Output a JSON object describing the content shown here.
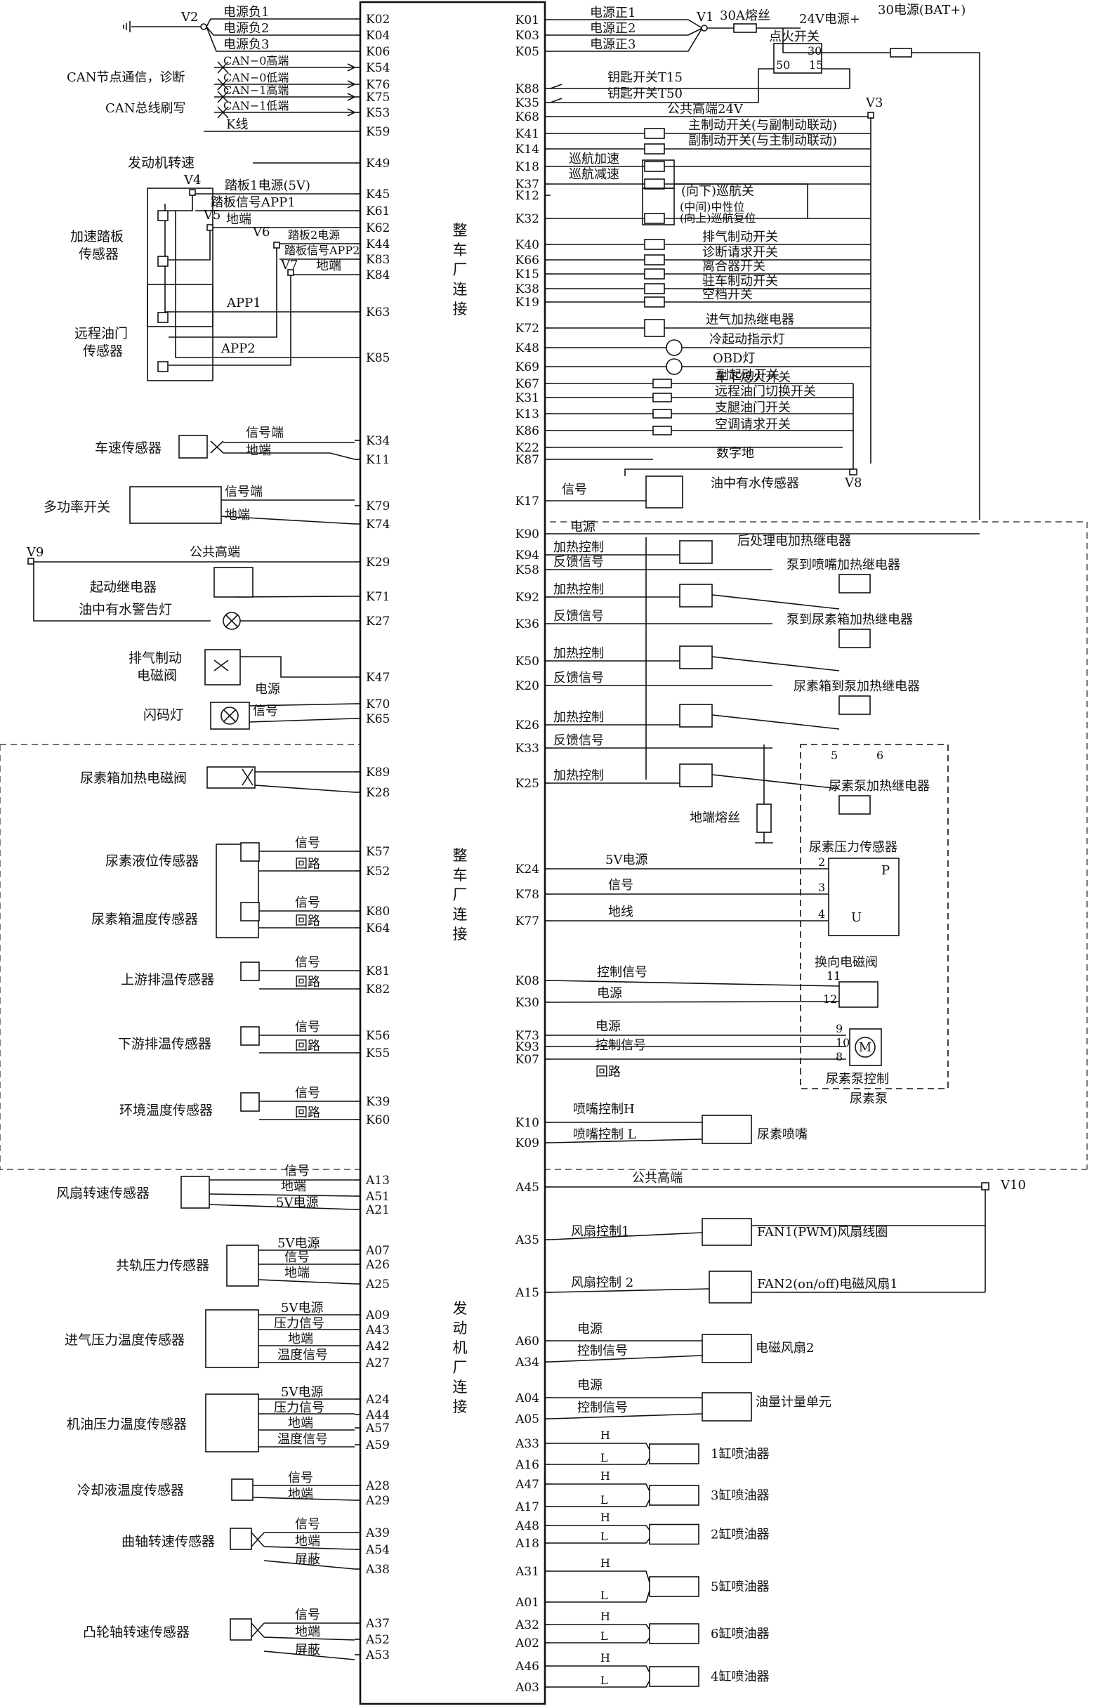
{
  "ecu": {
    "vertical_labels": {
      "vehicle_top": [
        "整",
        "车",
        "厂",
        "连",
        "接"
      ],
      "vehicle_mid": [
        "整",
        "车",
        "厂",
        "连",
        "接"
      ],
      "engine": [
        "发",
        "动",
        "机",
        "厂",
        "连",
        "接"
      ]
    },
    "left_pins": [
      "K02",
      "K04",
      "K06",
      "K54",
      "K76",
      "K75",
      "K53",
      "K59",
      "K49",
      "K45",
      "K61",
      "K62",
      "K44",
      "K83",
      "K84",
      "K63",
      "K85",
      "K34",
      "K11",
      "K79",
      "K74",
      "K29",
      "K71",
      "K27",
      "K47",
      "K70",
      "K65",
      "K89",
      "K28",
      "K57",
      "K52",
      "K80",
      "K64",
      "K81",
      "K82",
      "K56",
      "K55",
      "K39",
      "K60",
      "A13",
      "A51",
      "A21",
      "A07",
      "A26",
      "A25",
      "A09",
      "A43",
      "A42",
      "A27",
      "A24",
      "A44",
      "A57",
      "A59",
      "A28",
      "A29",
      "A39",
      "A54",
      "A38",
      "A37",
      "A52",
      "A53"
    ],
    "right_pins": [
      "K01",
      "K03",
      "K05",
      "K88",
      "K35",
      "K68",
      "K41",
      "K14",
      "K18",
      "K37",
      "K12",
      "K32",
      "K40",
      "K66",
      "K15",
      "K38",
      "K19",
      "K72",
      "K48",
      "K69",
      "K67",
      "K31",
      "K13",
      "K86",
      "K22",
      "K87",
      "K17",
      "K90",
      "K94",
      "K58",
      "K92",
      "K36",
      "K50",
      "K20",
      "K26",
      "K33",
      "K25",
      "K24",
      "K78",
      "K77",
      "K08",
      "K30",
      "K73",
      "K93",
      "K07",
      "K10",
      "K09",
      "A45",
      "A35",
      "A15",
      "A60",
      "A34",
      "A04",
      "A05",
      "A33",
      "A16",
      "A47",
      "A17",
      "A48",
      "A18",
      "A31",
      "A01",
      "A32",
      "A02",
      "A46",
      "A03"
    ]
  },
  "left": {
    "v2": "V2",
    "power_neg": [
      "电源负1",
      "电源负2",
      "电源负3"
    ],
    "can": [
      "CAN−0高端",
      "CAN−0低端",
      "CAN−1高端",
      "CAN−1低端"
    ],
    "can_label1": "CAN节点通信，诊断",
    "can_label2": "CAN总线刷写",
    "k_line": "K线",
    "engine_speed": "发动机转速",
    "pedal_labels": {
      "v4": "V4",
      "v5": "V5",
      "v6": "V6",
      "v7": "V7",
      "pedal_power1": "踏板1电源(5V)",
      "pedal_sig1": "踏板信号APP1",
      "ground1": "地端",
      "pedal_power2": "踏板2电源",
      "pedal_sig2": "踏板信号APP2",
      "ground2": "地端",
      "app1": "APP1",
      "app2": "APP2",
      "accel_sensor": [
        "加速踏板",
        "传感器"
      ],
      "remote_sensor": [
        "远程油门",
        "传感器"
      ]
    },
    "speed_sensor": {
      "name": "车速传感器",
      "signal": "信号端",
      "ground": "地端"
    },
    "multi_power": {
      "name": "多功率开关",
      "signal": "信号端",
      "ground": "地端"
    },
    "v9": "V9",
    "common_high": "公共高端",
    "start_relay": "起动继电器",
    "water_lamp": "油中有水警告灯",
    "exhaust_valve": [
      "排气制动",
      "电磁阀"
    ],
    "power": "电源",
    "flash_lamp": "闪码灯",
    "signal": "信号",
    "urea_heat_valve": "尿素箱加热电磁阀",
    "urea_level": {
      "name": "尿素液位传感器",
      "signal": "信号",
      "return": "回路"
    },
    "urea_temp": {
      "name": "尿素箱温度传感器",
      "signal": "信号",
      "return": "回路"
    },
    "up_temp": {
      "name": "上游排温传感器",
      "signal": "信号",
      "return": "回路"
    },
    "down_temp": {
      "name": "下游排温传感器",
      "signal": "信号",
      "return": "回路"
    },
    "env_temp": {
      "name": "环境温度传感器",
      "signal": "信号",
      "return": "回路"
    },
    "fan_speed": {
      "name": "风扇转速传感器",
      "signal": "信号",
      "ground": "地端",
      "power": "5V电源"
    },
    "rail_pressure": {
      "name": "共轨压力传感器",
      "power": "5V电源",
      "signal": "信号",
      "ground": "地端"
    },
    "intake_sensor": {
      "name": "进气压力温度传感器",
      "power": "5V电源",
      "pressure": "压力信号",
      "ground": "地端",
      "temp": "温度信号"
    },
    "oil_sensor": {
      "name": "机油压力温度传感器",
      "power": "5V电源",
      "pressure": "压力信号",
      "ground": "地端",
      "temp": "温度信号"
    },
    "coolant": {
      "name": "冷却液温度传感器",
      "signal": "信号",
      "ground": "地端"
    },
    "crank": {
      "name": "曲轴转速传感器",
      "signal": "信号",
      "ground": "地端",
      "shield": "屏蔽"
    },
    "cam": {
      "name": "凸轮轴转速传感器",
      "signal": "信号",
      "ground": "地端",
      "shield": "屏蔽"
    }
  },
  "right": {
    "power_pos": [
      "电源正1",
      "电源正2",
      "电源正3"
    ],
    "v1": "V1",
    "fuse30a": "30A熔丝",
    "power24": "24V电源+",
    "bat30": "30电源(BAT+)",
    "ignition": "点火开关",
    "ign_pins": [
      "30",
      "50",
      "15"
    ],
    "key_t15": "钥匙开关T15",
    "key_t50": "钥匙开关T50",
    "common24": "公共高端24V",
    "v3": "V3",
    "brake_main": "主制动开关(与副制动联动)",
    "brake_sub": "副制动开关(与主制动联动)",
    "cruise_up": "巡航加速",
    "cruise_down": "巡航减速",
    "cruise_off": "(向下)巡航关",
    "cruise_mid": "(中间)中性位",
    "cruise_reset": "(向上)巡航复位",
    "switches": [
      "排气制动开关",
      "诊断请求开关",
      "离合器开关",
      "驻车制动开关",
      "空档开关"
    ],
    "intake_heat_relay": "进气加热继电器",
    "cold_start_lamp": "冷起动指示灯",
    "obd_lamp": "OBD灯",
    "sub_start": "副起动开关",
    "switches2": [
      "车下熄火开关",
      "远程油门切换开关",
      "支腿油门开关",
      "空调请求开关"
    ],
    "digital_ground": "数字地",
    "signal": "信号",
    "v8": "V8",
    "water_sensor": "油中有水传感器",
    "power": "电源",
    "heat_ctrl": "加热控制",
    "feedback": "反馈信号",
    "post_heat_relay": "后处理电加热继电器",
    "relay_pump_nozzle": "泵到喷嘴加热继电器",
    "relay_pump_tank": "泵到尿素箱加热继电器",
    "relay_tank_pump": "尿素箱到泵加热继电器",
    "relay_urea_pump": "尿素泵加热继电器",
    "relay_pins": [
      "5",
      "6"
    ],
    "ground_fuse": "地端熔丝",
    "pressure_sensor": "尿素压力传感器",
    "p_letters": [
      "P",
      "U"
    ],
    "p_pins": [
      "2",
      "3",
      "4"
    ],
    "p_power": "5V电源",
    "p_signal": "信号",
    "p_ground": "地线",
    "rev_valve": "换向电磁阀",
    "rev_pins": [
      "11",
      "12"
    ],
    "ctrl_signal": "控制信号",
    "pump_pins": [
      "9",
      "10",
      "8"
    ],
    "motor": "M",
    "pump_ctrl": "尿素泵控制",
    "urea_pump": "尿素泵",
    "return": "回路",
    "nozzle_h": "喷嘴控制H",
    "nozzle_l": "喷嘴控制 L",
    "urea_nozzle": "尿素喷嘴",
    "common_high2": "公共高端",
    "v10": "V10",
    "fan_ctrl1": "风扇控制1",
    "fan1": "FAN1(PWM)风扇线圈",
    "fan_ctrl2": "风扇控制 2",
    "fan2": "FAN2(on/off)电磁风扇1",
    "fan_fan2": "电磁风扇2",
    "metering": "油量计量单元",
    "hl": [
      "H",
      "L"
    ],
    "injectors": [
      "1缸喷油器",
      "3缸喷油器",
      "2缸喷油器",
      "5缸喷油器",
      "6缸喷油器",
      "4缸喷油器"
    ]
  }
}
